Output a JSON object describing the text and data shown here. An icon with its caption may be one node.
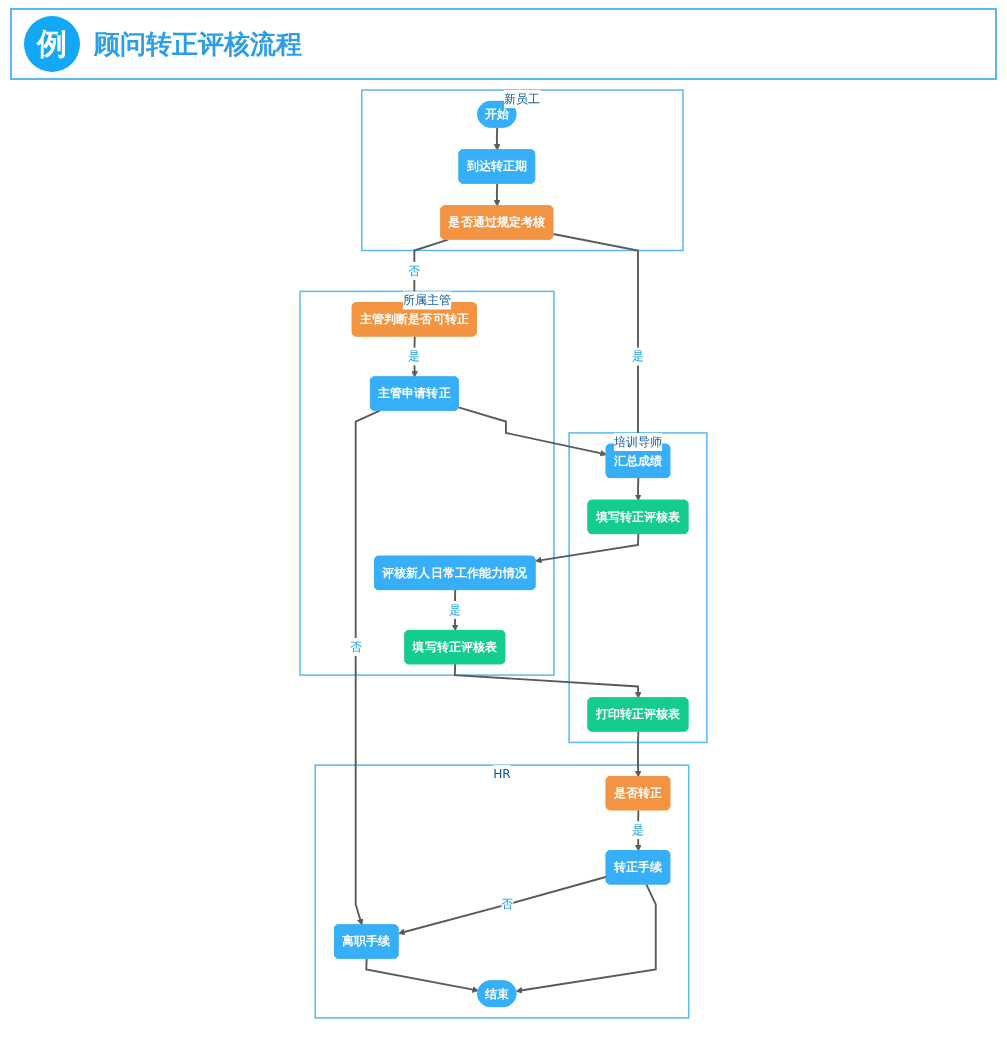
{
  "diagram": {
    "title": "顾问转正评核流程",
    "nodes": [
      {
        "text": [
          "新员工"
        ]
      },
      {
        "text": [
          "开始"
        ],
        "in": 0
      },
      {
        "text": [
          "到达转正期"
        ],
        "in": 0
      },
      {
        "text": [
          "是否通过规定考核"
        ],
        "in": 0
      },
      {
        "text": [
          "所属主管"
        ]
      },
      {
        "text": [
          "主管判断是否可转正"
        ],
        "in": 4
      },
      {
        "text": [
          "主管申请转正"
        ],
        "in": 4
      },
      {
        "text": [
          "评核新人日常工作能力情况"
        ],
        "in": 4
      },
      {
        "text": [
          "填写转正评核表"
        ],
        "in": 4
      },
      {
        "text": [
          "培训导师"
        ]
      },
      {
        "text": [
          "汇总成绩"
        ],
        "in": 9
      },
      {
        "text": [
          "填写转正评核表"
        ],
        "in": 9
      },
      {
        "text": [
          "打印转正评核表"
        ],
        "in": 9
      },
      {
        "text": [
          "HR"
        ]
      },
      {
        "text": [
          "是否转正"
        ],
        "in": 13
      },
      {
        "text": [
          "转正手续"
        ],
        "in": 13
      },
      {
        "text": [
          "离职手续"
        ],
        "in": 13
      },
      {
        "text": [
          "结束"
        ],
        "in": 13
      }
    ],
    "edges": [
      {
        "from": 1,
        "to": 2,
        "arrow": "to"
      },
      {
        "from": 2,
        "to": 3,
        "arrow": "to"
      },
      {
        "from": 3,
        "to": 10,
        "label": "是",
        "arrow": "to"
      },
      {
        "from": 3,
        "to": 5,
        "label": "否",
        "arrow": "to"
      },
      {
        "from": 5,
        "to": 6,
        "label": "是",
        "arrow": "to"
      },
      {
        "from": 6,
        "to": 10,
        "arrow": "to"
      },
      {
        "from": 10,
        "to": 11,
        "arrow": "to"
      },
      {
        "from": 11,
        "to": 7,
        "arrow": "to"
      },
      {
        "from": 7,
        "to": 8,
        "label": "是",
        "arrow": "to"
      },
      {
        "from": 8,
        "to": 12,
        "arrow": "to"
      },
      {
        "from": 12,
        "to": 14,
        "arrow": "to"
      },
      {
        "from": 6,
        "to": 16,
        "label": "否",
        "arrow": "to"
      },
      {
        "from": 14,
        "to": 15,
        "label": "是",
        "arrow": "to"
      },
      {
        "from": 15,
        "to": 16,
        "label": "否",
        "arrow": "to"
      },
      {
        "from": 16,
        "to": 17,
        "arrow": "to"
      },
      {
        "from": 15,
        "to": 17,
        "arrow": "to"
      }
    ],
    "labels": [
      "例"
    ]
  }
}
